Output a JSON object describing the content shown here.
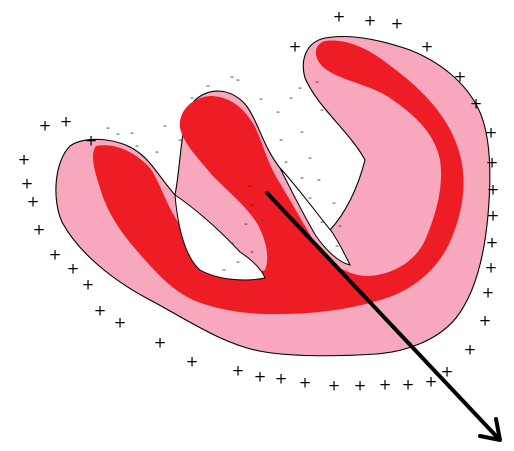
{
  "diagram": {
    "colors": {
      "background": "#ffffff",
      "outer_region": "#f7a8bd",
      "inner_region": "#ee1c24",
      "outline": "#000000",
      "arrow": "#000000",
      "positive_signs": "#000000",
      "negative_signs": "#333333"
    },
    "symbols": {
      "positive": "+",
      "negative": "-"
    },
    "counts": {
      "positive_signs": 40,
      "negative_signs": 36
    },
    "arrow_icon": "arrow-down-right"
  }
}
